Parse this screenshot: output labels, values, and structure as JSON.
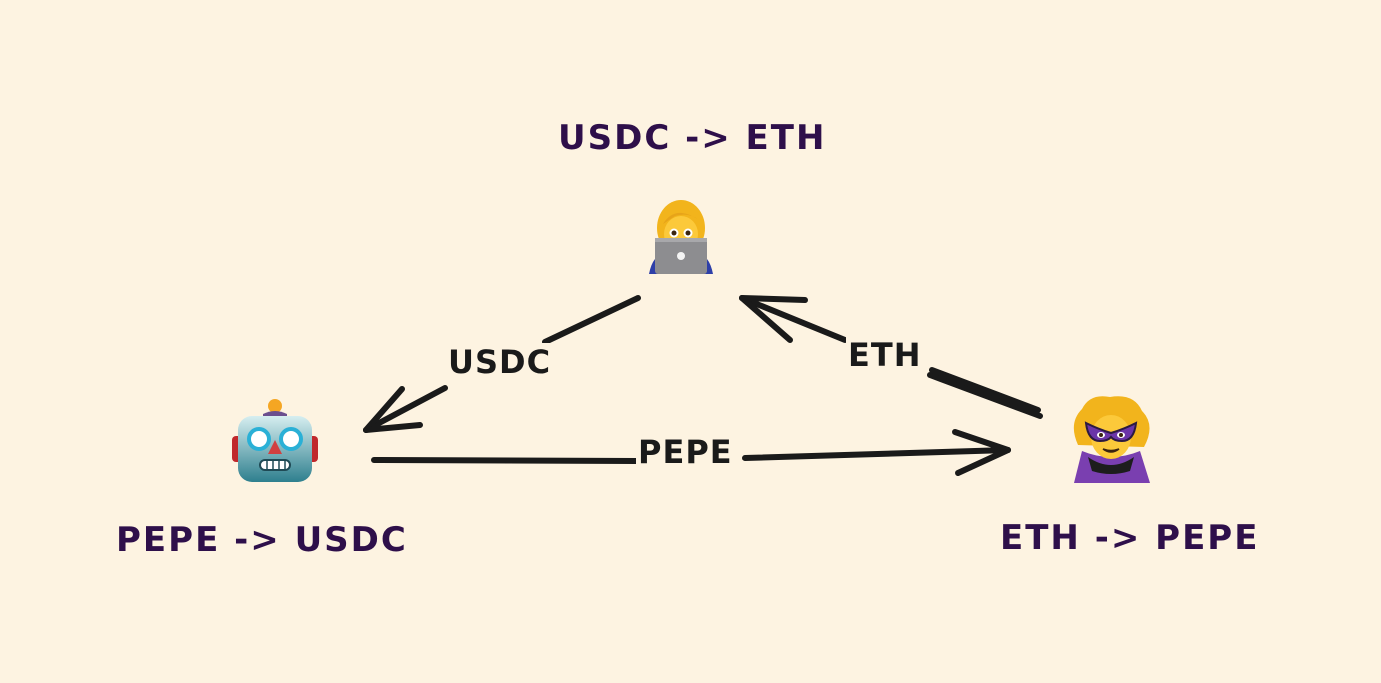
{
  "nodes": {
    "top": {
      "title": "USDC -> ETH",
      "avatar": "technologist-woman-laptop"
    },
    "left": {
      "title": "PEPE -> USDC",
      "avatar": "robot-face"
    },
    "right": {
      "title": "ETH -> PEPE",
      "avatar": "supervillain-woman"
    }
  },
  "edges": {
    "top_to_left": {
      "label": "USDC"
    },
    "right_to_top": {
      "label": "ETH"
    },
    "left_to_right": {
      "label": "PEPE"
    }
  },
  "colors": {
    "background": "#fdf3e1",
    "title": "#2e0f4a",
    "arrow": "#1a1a1a"
  }
}
